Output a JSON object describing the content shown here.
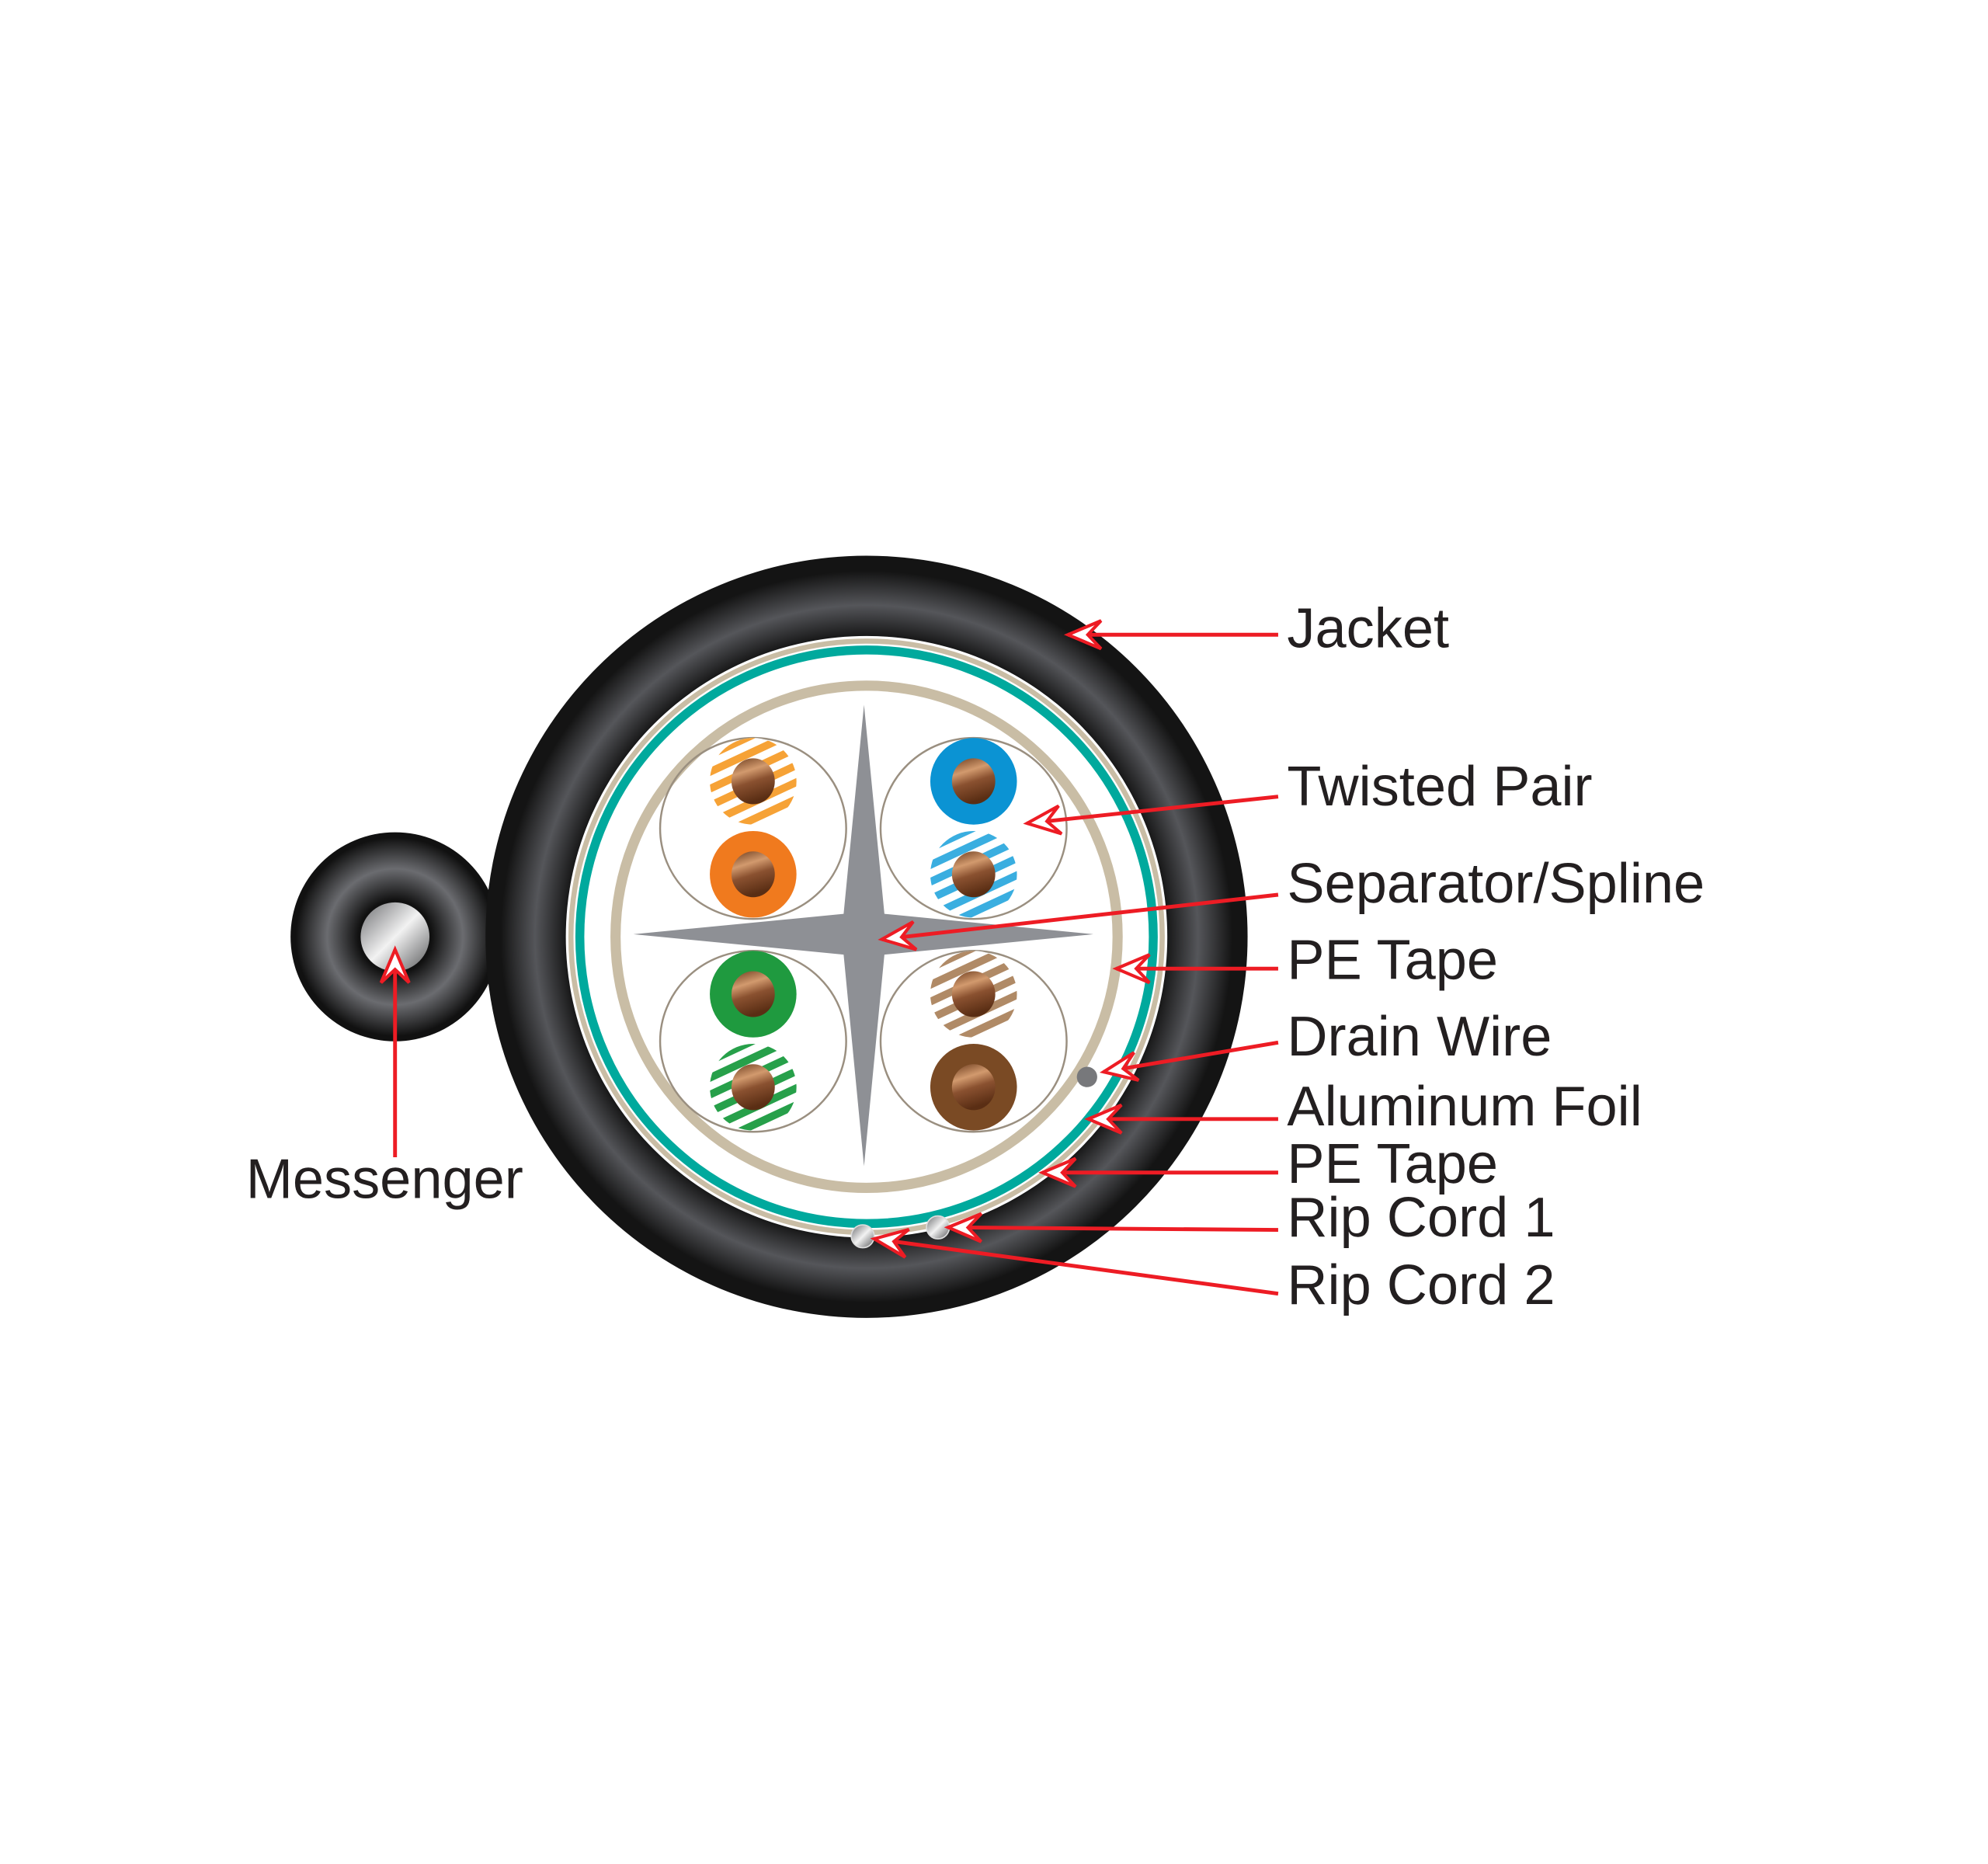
{
  "diagram": {
    "title": "Cable cross-section",
    "labels": {
      "jacket": "Jacket",
      "twisted_pair": "Twisted Pair",
      "separator": "Separator/Spline",
      "pe_tape_inner": "PE Tape",
      "drain_wire": "Drain Wire",
      "aluminum_foil": "Aluminum Foil",
      "pe_tape_outer": "PE Tape",
      "rip_cord_1": "Rip Cord 1",
      "rip_cord_2": "Rip Cord 2",
      "messenger": "Messenger"
    },
    "colors": {
      "jacket": "#1a1a1a",
      "shield": "#00a99d",
      "pe_tape": "#c9bda5",
      "spline": "#8e9095",
      "leader": "#ed1c24",
      "copper": "#a0623a",
      "pairs": [
        {
          "solid": "#f07a1e",
          "stripe": "#f6a236"
        },
        {
          "solid": "#0b93d3",
          "stripe": "#3aaee0"
        },
        {
          "solid": "#1f9a3f",
          "stripe": "#27a04a"
        },
        {
          "solid": "#7a4a24",
          "stripe": "#b08a66"
        }
      ]
    }
  }
}
